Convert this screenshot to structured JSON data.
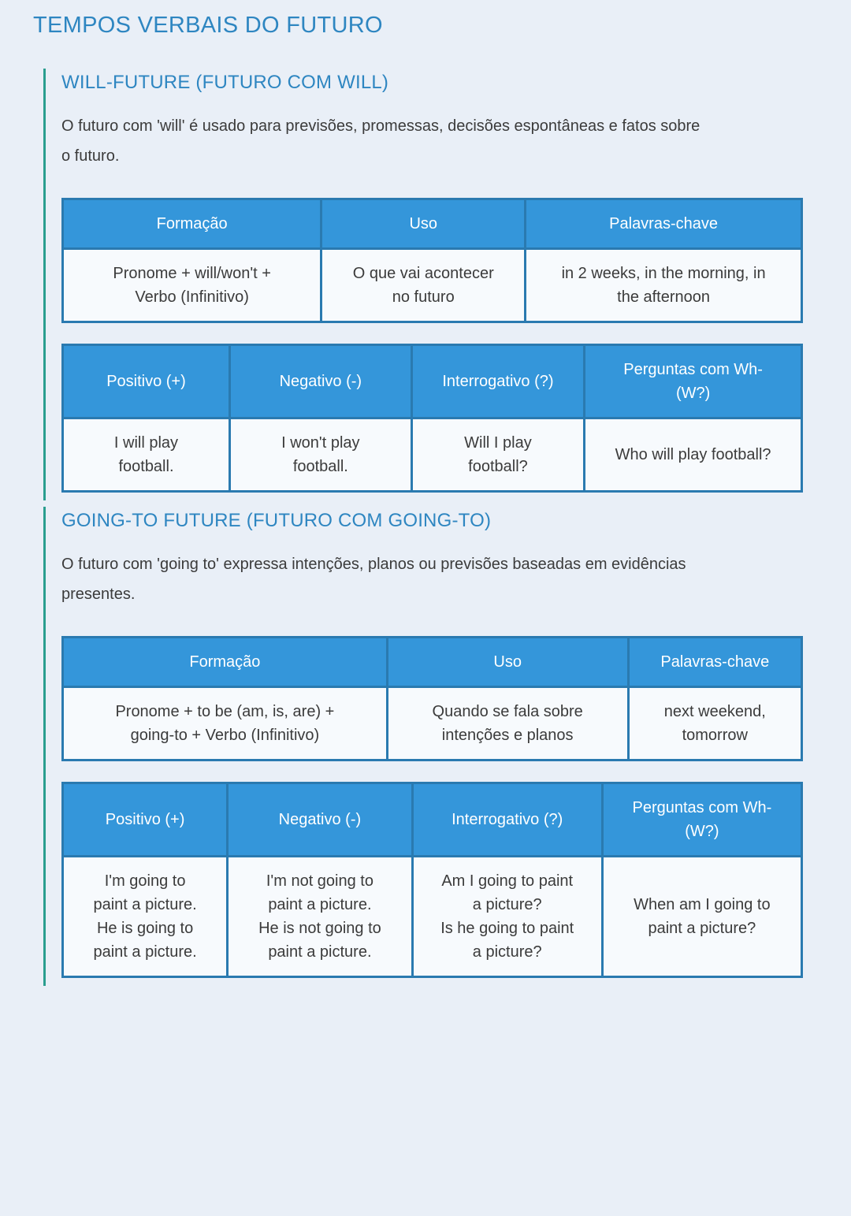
{
  "colors": {
    "page_bg": "#e9eff7",
    "heading_blue": "#2e86c1",
    "table_header_bg": "#3496da",
    "table_border": "#2a7ab0",
    "cell_bg": "#f7fafd",
    "accent_teal": "#2a9e8f",
    "text": "#3b3b3b"
  },
  "page": {
    "title": "TEMPOS VERBAIS DO FUTURO"
  },
  "sections": [
    {
      "heading": "WILL-FUTURE (FUTURO COM WILL)",
      "description": "O futuro com 'will' é usado para previsões, promessas, decisões espontâneas e fatos sobre\no futuro.",
      "formation_table": {
        "headers": [
          "Formação",
          "Uso",
          "Palavras-chave"
        ],
        "row": [
          "Pronome + will/won't +\nVerbo (Infinitivo)",
          "O que vai acontecer\nno futuro",
          "in 2 weeks, in the morning, in\nthe afternoon"
        ]
      },
      "forms_table": {
        "headers": [
          "Positivo (+)",
          "Negativo (-)",
          "Interrogativo (?)",
          "Perguntas com Wh-\n(W?)"
        ],
        "row": [
          "I will play\nfootball.",
          "I won't play\nfootball.",
          "Will I play\nfootball?",
          "Who will play football?"
        ]
      }
    },
    {
      "heading": "GOING-TO FUTURE (FUTURO COM GOING-TO)",
      "description": "O futuro com 'going to' expressa intenções, planos ou previsões baseadas em evidências\npresentes.",
      "formation_table": {
        "headers": [
          "Formação",
          "Uso",
          "Palavras-chave"
        ],
        "row": [
          "Pronome + to be (am, is, are) +\ngoing-to + Verbo (Infinitivo)",
          "Quando se fala sobre\nintenções e planos",
          "next weekend,\ntomorrow"
        ]
      },
      "forms_table": {
        "headers": [
          "Positivo (+)",
          "Negativo (-)",
          "Interrogativo (?)",
          "Perguntas com Wh-\n(W?)"
        ],
        "row": [
          "I'm going to\npaint a picture.\nHe is going to\npaint a picture.",
          "I'm not going to\npaint a picture.\nHe is not going to\npaint a picture.",
          "Am I going to paint\na picture?\nIs he going to paint\na picture?",
          "When am I going to\npaint a picture?"
        ]
      }
    }
  ]
}
